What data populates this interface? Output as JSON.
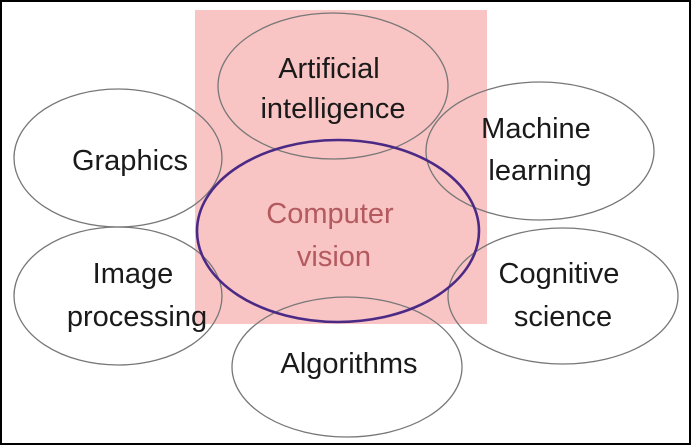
{
  "diagram": {
    "colors": {
      "background": "#ffffff",
      "frame": "#000000",
      "highlight": "#f9c4c4",
      "outline": "#777777",
      "center_outline": "#4b2a86",
      "center_text": "#b35a5e",
      "text": "#1a1a1a"
    },
    "center": {
      "line1": "Computer",
      "line2": "vision"
    },
    "nodes": {
      "ai": {
        "line1": "Artificial",
        "line2": "intelligence"
      },
      "ml": {
        "line1": "Machine",
        "line2": "learning"
      },
      "cog": {
        "line1": "Cognitive",
        "line2": "science"
      },
      "alg": {
        "line1": "Algorithms"
      },
      "img": {
        "line1": "Image",
        "line2": "processing"
      },
      "gfx": {
        "line1": "Graphics"
      }
    }
  }
}
